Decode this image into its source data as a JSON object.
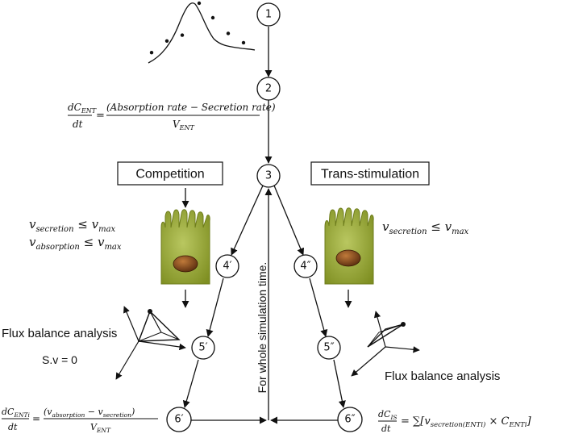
{
  "nodes": [
    {
      "id": "1",
      "label": "1"
    },
    {
      "id": "2",
      "label": "2"
    },
    {
      "id": "3",
      "label": "3"
    },
    {
      "id": "4p",
      "label": "4′"
    },
    {
      "id": "4pp",
      "label": "4″"
    },
    {
      "id": "5p",
      "label": "5′"
    },
    {
      "id": "5pp",
      "label": "5″"
    },
    {
      "id": "6p",
      "label": "6′"
    },
    {
      "id": "6pp",
      "label": "6″"
    }
  ],
  "boxes": {
    "competition": "Competition",
    "trans_stimulation": "Trans-stimulation"
  },
  "loop_label": "For whole simulation time.",
  "fba_left": "Flux balance analysis",
  "fba_right": "Flux balance analysis",
  "sv_equation": "S.v = 0",
  "eq_concentration": {
    "lhs_num": "dC",
    "lhs_num_sub": "ENT",
    "lhs_den": "dt",
    "rhs_num": "(Absorption rate − Secretion rate)",
    "rhs_den": "V",
    "rhs_den_sub": "ENT"
  },
  "eq_left_bottom": {
    "lhs_num": "dC",
    "lhs_num_sub": "ENTi",
    "lhs_den": "dt",
    "rhs_num_a": "(v",
    "rhs_num_a_sub": "absorption",
    "rhs_num_mid": " − v",
    "rhs_num_b_sub": "secretion",
    "rhs_num_end": ")",
    "rhs_den": "V",
    "rhs_den_sub": "ENT"
  },
  "eq_right_bottom": {
    "lhs_num": "dC",
    "lhs_num_sub": "IS",
    "lhs_den": "dt",
    "rhs_a": "= ∑[v",
    "rhs_a_sub": "secretion(ENTi)",
    "rhs_b": " × C",
    "rhs_b_sub": "ENTi",
    "rhs_end": "]"
  },
  "constraints_left": [
    {
      "v": "v",
      "sub": "secretion",
      "rel": " ≤ v",
      "max": "max"
    },
    {
      "v": "v",
      "sub": "absorption",
      "rel": " ≤ v",
      "max": "max"
    }
  ],
  "constraint_right": {
    "v": "v",
    "sub": "secretion",
    "rel": " ≤ v",
    "max": "max"
  },
  "colors": {
    "cell_fill": "#8a9a2a",
    "cell_light": "#b9c760",
    "nucleus": "#6b3a14",
    "nucleus_light": "#c07a3a"
  },
  "curve_points": [
    {
      "x": 0,
      "y": 0.15
    },
    {
      "x": 1,
      "y": 0.35
    },
    {
      "x": 2,
      "y": 0.45
    },
    {
      "x": 3,
      "y": 1.0
    },
    {
      "x": 4,
      "y": 0.75
    },
    {
      "x": 5,
      "y": 0.48
    },
    {
      "x": 6,
      "y": 0.32
    }
  ]
}
